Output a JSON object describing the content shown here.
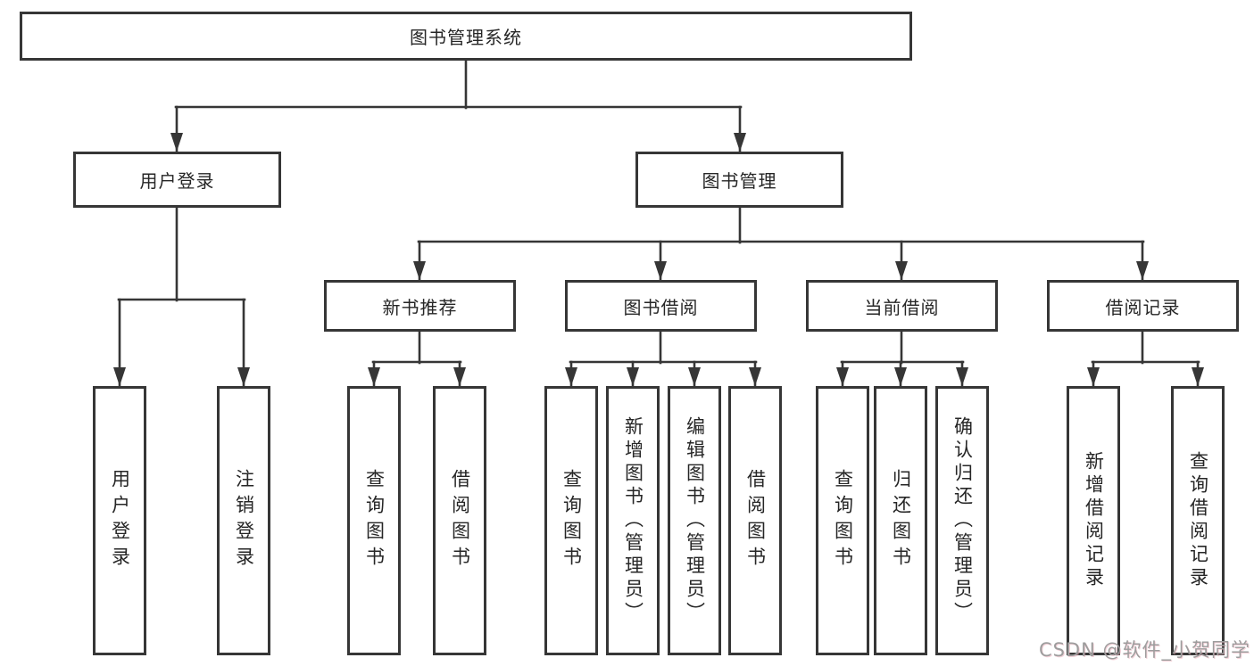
{
  "nodes": {
    "root": {
      "label": "图书管理系统"
    },
    "level2": {
      "user_login": {
        "label": "用户登录"
      },
      "book_management": {
        "label": "图书管理"
      }
    },
    "level3": {
      "new_book_recommend": {
        "label": "新书推荐"
      },
      "book_borrowing": {
        "label": "图书借阅"
      },
      "current_borrowing": {
        "label": "当前借阅"
      },
      "borrowing_records": {
        "label": "借阅记录"
      }
    },
    "leaves": {
      "user_login": {
        "label": "用户登录"
      },
      "logout": {
        "label": "注销登录"
      },
      "query_books_recommend": {
        "label": "查询图书"
      },
      "borrow_books_recommend": {
        "label": "借阅图书"
      },
      "query_books_borrowing": {
        "label": "查询图书"
      },
      "add_books_admin": {
        "label": "新增图书（管理员）"
      },
      "edit_books_admin": {
        "label": "编辑图书（管理员）"
      },
      "borrow_books_borrowing": {
        "label": "借阅图书"
      },
      "query_books_current": {
        "label": "查询图书"
      },
      "return_books": {
        "label": "归还图书"
      },
      "confirm_return_admin": {
        "label": "确认归还（管理员）"
      },
      "add_borrow_record": {
        "label": "新增借阅记录"
      },
      "query_borrow_record": {
        "label": "查询借阅记录"
      }
    }
  },
  "watermark": {
    "text": "CSDN @软件_小贺同学"
  },
  "colors": {
    "line": "#363636",
    "box_border": "#363636",
    "text": "#262626",
    "watermark": "#9d9d9d"
  }
}
